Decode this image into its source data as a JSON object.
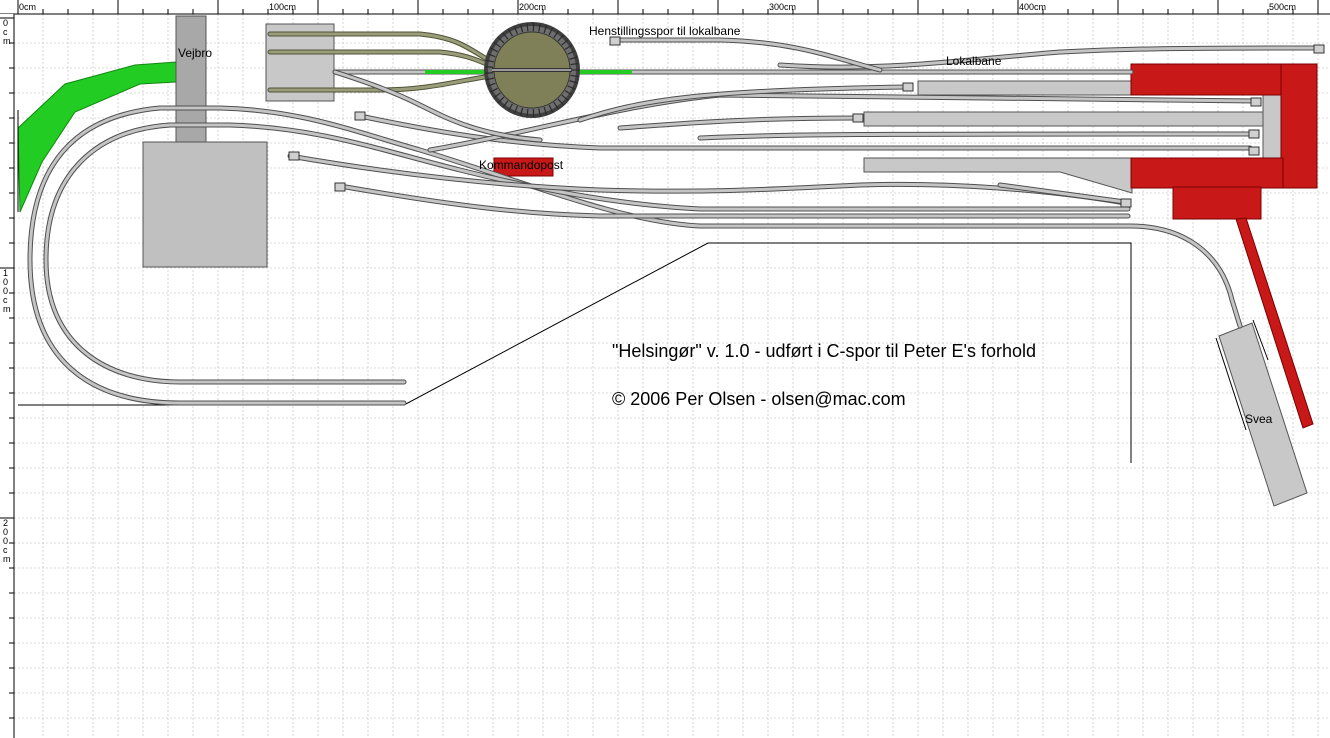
{
  "rulers": {
    "top": [
      "0cm",
      "100cm",
      "200cm",
      "300cm",
      "400cm",
      "500cm"
    ],
    "left": [
      "0 c m",
      "1 0 0 c m",
      "2 0 0 c m"
    ]
  },
  "labels": {
    "vejbro": "Vejbro",
    "henstillingsspor": "Henstillingsspor til lokalbane",
    "lokalbane": "Lokalbane",
    "kommandopost": "Kommandopost",
    "svea": "Svea"
  },
  "notes": {
    "title": "\"Helsingør\" v. 1.0  - udført i C-spor til Peter E's forhold",
    "copyright": "© 2006 Per Olsen - olsen@mac.com"
  },
  "colors": {
    "platform_gray": "#c8c8c8",
    "building_red": "#c81818",
    "green_area": "#22cc22",
    "turntable": "#7f8057",
    "rail": "#4f4f4f",
    "bed": "#c4c4c4",
    "grid": "#b8b8b8"
  }
}
